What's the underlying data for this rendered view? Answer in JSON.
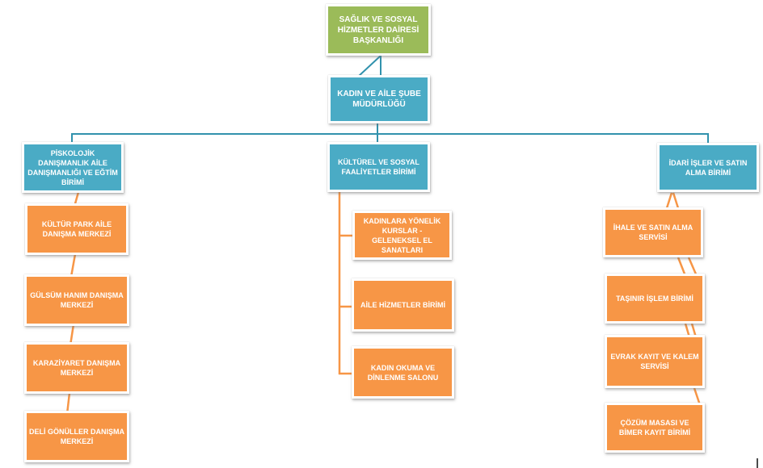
{
  "palette": {
    "green": "#9BBB59",
    "teal": "#4AABC5",
    "orange": "#F79646",
    "teal_line": "#3192AD",
    "orange_line": "#F79646",
    "text": "#FFFFFF"
  },
  "org_chart": {
    "diagram_type": "org-chart",
    "nodes": [
      {
        "id": "baskanlik",
        "label": "SAĞLIK VE SOSYAL HİZMETLER DAİRESİ BAŞKANLIĞI",
        "color_role": "green",
        "parent": null
      },
      {
        "id": "kadin-aile-sube",
        "label": "KADIN VE AİLE ŞUBE MÜDÜRLÜĞÜ",
        "color_role": "teal",
        "parent": "baskanlik"
      },
      {
        "id": "piskolojik",
        "label": "PİSKOLOJİK DANIŞMANLIK AİLE DANIŞMANLIĞI VE EĞTİM BİRİMİ",
        "color_role": "teal",
        "parent": "kadin-aile-sube"
      },
      {
        "id": "kultur-park",
        "label": "KÜLTÜR PARK AİLE DANIŞMA MERKEZİ",
        "color_role": "orange",
        "parent": "piskolojik"
      },
      {
        "id": "gulsum-hanim",
        "label": "GÜLSÜM HANIM DANIŞMA MERKEZİ",
        "color_role": "orange",
        "parent": "piskolojik"
      },
      {
        "id": "karaziyaret",
        "label": "KARAZİYARET DANIŞMA MERKEZİ",
        "color_role": "orange",
        "parent": "piskolojik"
      },
      {
        "id": "deli-gonuller",
        "label": "DELİ GÖNÜLLER DANIŞMA MERKEZİ",
        "color_role": "orange",
        "parent": "piskolojik"
      },
      {
        "id": "kulturel",
        "label": "KÜLTÜREL VE SOSYAL FAALİYETLER BİRİMİ",
        "color_role": "teal",
        "parent": "kadin-aile-sube"
      },
      {
        "id": "kadinlara-kurslar",
        "label": "KADINLARA YÖNELİK KURSLAR - GELENEKSEL EL SANATLARI",
        "color_role": "orange",
        "parent": "kulturel"
      },
      {
        "id": "aile-hizmetler",
        "label": "AİLE HİZMETLER BİRİMİ",
        "color_role": "orange",
        "parent": "kulturel"
      },
      {
        "id": "kadin-okuma",
        "label": "KADIN OKUMA VE DİNLENME SALONU",
        "color_role": "orange",
        "parent": "kulturel"
      },
      {
        "id": "idari-isler",
        "label": "İDARİ İŞLER VE SATIN ALMA BİRİMİ",
        "color_role": "teal",
        "parent": "kadin-aile-sube"
      },
      {
        "id": "ihale",
        "label": "İHALE VE SATIN ALMA SERVİSİ",
        "color_role": "orange",
        "parent": "idari-isler"
      },
      {
        "id": "tasinir",
        "label": "TAŞINIR İŞLEM BİRİMİ",
        "color_role": "orange",
        "parent": "idari-isler"
      },
      {
        "id": "evrak",
        "label": "EVRAK KAYIT VE KALEM SERVİSİ",
        "color_role": "orange",
        "parent": "idari-isler"
      },
      {
        "id": "cozum-masasi",
        "label": "ÇÖZÜM MASASI VE BİMER KAYIT BİRİMİ",
        "color_role": "orange",
        "parent": "idari-isler"
      }
    ]
  }
}
